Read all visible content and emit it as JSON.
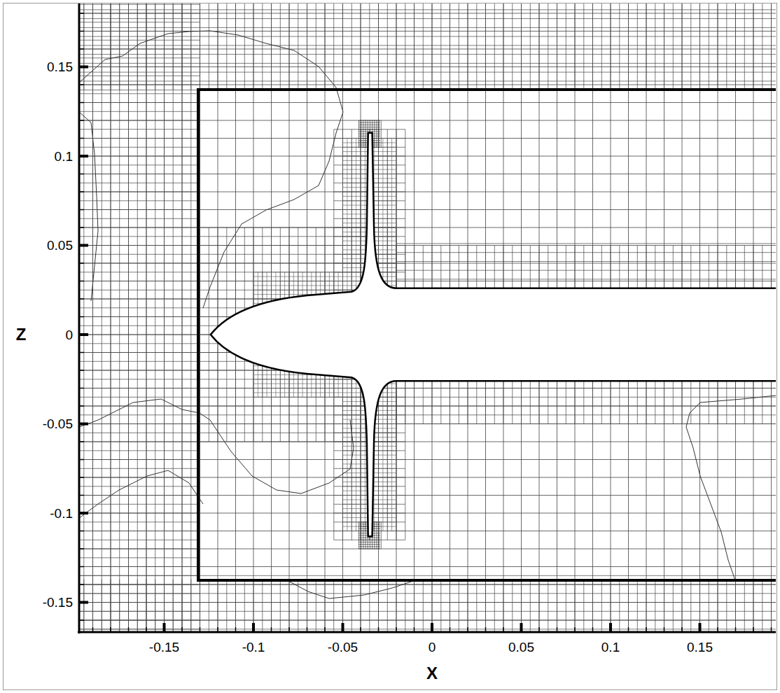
{
  "diagram": {
    "labels": [
      "0.15",
      "0.1",
      "0.05",
      "0",
      "-0.05",
      "-0.1",
      "-0.15",
      "-0.15",
      "-0.1",
      "-0.05",
      "0",
      "0.05",
      "0.1",
      "0.15",
      "X",
      "Z"
    ]
  }
}
